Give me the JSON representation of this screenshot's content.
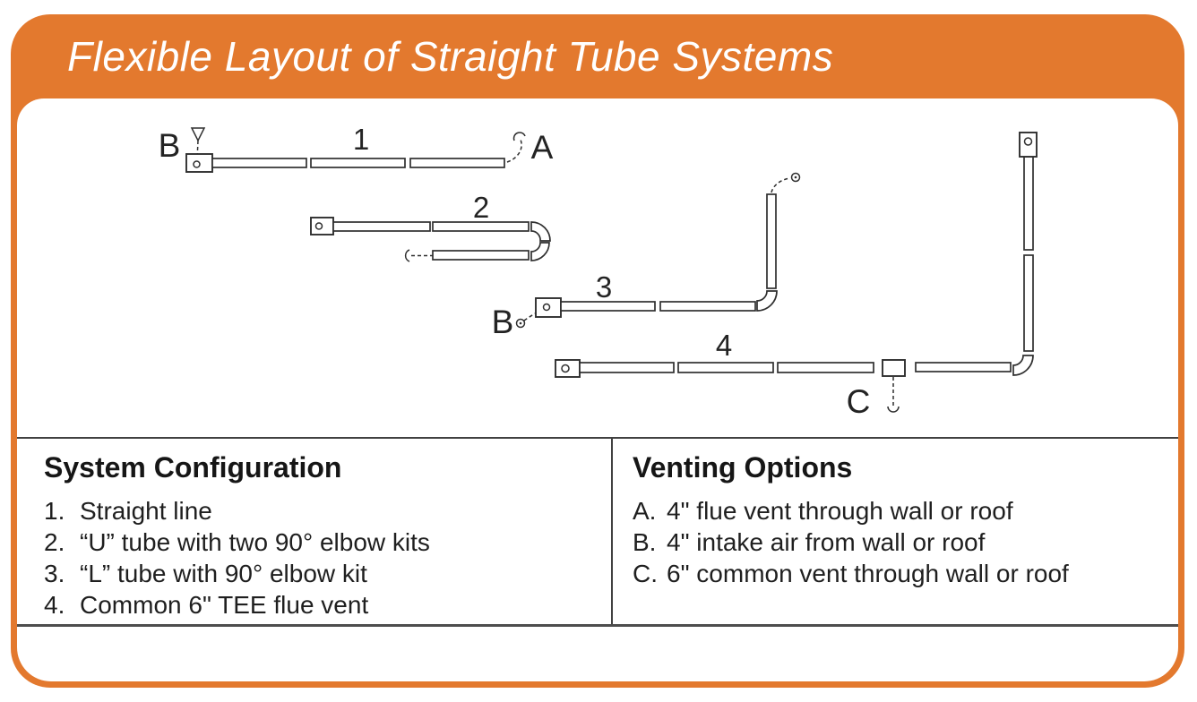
{
  "header": {
    "title": "Flexible Layout of Straight Tube Systems"
  },
  "colors": {
    "accent_orange": "#E3792E",
    "diagram_line": "#2f2f2f",
    "divider": "#414141"
  },
  "diagram": {
    "layout_labels": {
      "straight_line": "1",
      "u_tube": "2",
      "l_tube": "3",
      "tee_common": "4"
    },
    "vent_labels": {
      "a_flue": "A",
      "b_intake_straight": "B",
      "b_intake_l_tube": "B",
      "c_common": "C"
    }
  },
  "system_configuration": {
    "heading": "System Configuration",
    "items": [
      {
        "num": "1.",
        "text": "Straight line"
      },
      {
        "num": "2.",
        "text": "“U” tube with two 90° elbow kits"
      },
      {
        "num": "3.",
        "text": "“L” tube with 90° elbow kit"
      },
      {
        "num": "4.",
        "text": "Common 6\" TEE flue vent"
      }
    ]
  },
  "venting_options": {
    "heading": "Venting Options",
    "items": [
      {
        "num": "A.",
        "text": "4\" flue vent through wall or roof"
      },
      {
        "num": "B.",
        "text": "4\" intake air from wall or roof"
      },
      {
        "num": "C.",
        "text": "6\" common vent through wall or roof"
      }
    ]
  }
}
